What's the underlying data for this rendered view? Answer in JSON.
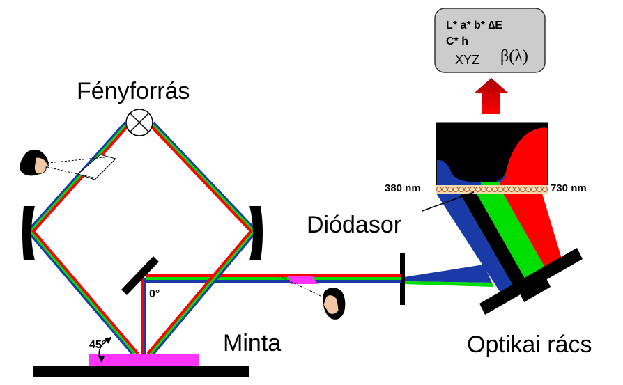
{
  "labels": {
    "light_source": "Fényforrás",
    "diode_array": "Diódasor",
    "sample": "Minta",
    "grating": "Optikai rács",
    "nm_left": "380 nm",
    "nm_right": "730 nm",
    "angle_0": "0°",
    "angle_45": "45°"
  },
  "output_box": {
    "line1": "L* a* b* ∆E",
    "line2": "C* h",
    "line3": "XYZ",
    "beta": "β(λ)"
  },
  "colors": {
    "red": "#ff0000",
    "green": "#00dd00",
    "blue": "#1a3aa8",
    "sample": "#ff33ff",
    "box_fill": "#cccccc"
  }
}
